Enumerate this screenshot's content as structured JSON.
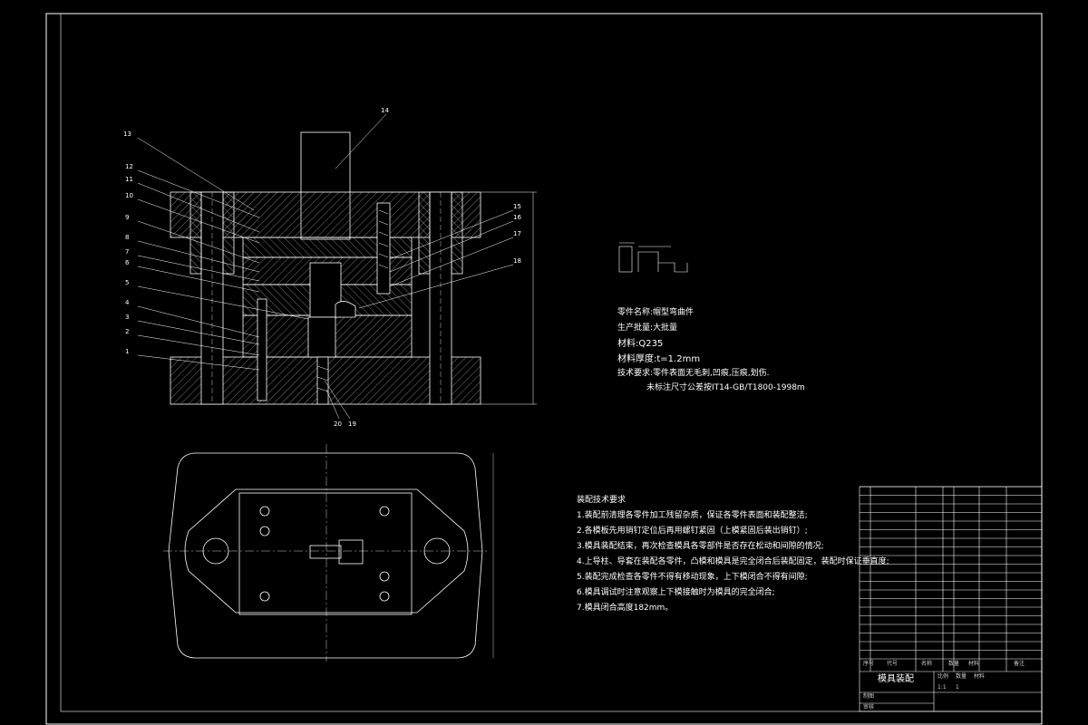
{
  "callouts_left": [
    "13",
    "12",
    "11",
    "10",
    "9",
    "8",
    "7",
    "6",
    "5",
    "4",
    "3",
    "2",
    "1"
  ],
  "callouts_right": [
    "15",
    "16",
    "17",
    "18"
  ],
  "callout_top": "14",
  "callouts_bottom": [
    "20",
    "19"
  ],
  "part_info": {
    "name": "零件名称:帽型弯曲件",
    "batch": "生产批量:大批量",
    "material": "材料:Q235",
    "thickness": "材料厚度:t=1.2mm",
    "tech_req": "技术要求:零件表面无毛刺,凹痕,压痕,划伤.",
    "tolerance": "未标注尺寸公差按IT14-GB/T1800-1998m"
  },
  "assembly_requirements": {
    "title": "装配技术要求",
    "items": [
      "1.装配前清理各零件加工残留杂质，保证各零件表面和装配整洁;",
      "2.各模板先用销钉定位后再用螺钉紧固（上模紧固后装出销钉）;",
      "3.模具装配结束，再次检查模具各零部件是否存在松动和间隙的情况;",
      "4.上导柱、导套在装配各零件，凸模和模具是完全闭合后装配固定，装配时保证垂直度;",
      "5.装配完成检查各零件不得有移动现象，上下模闭合不得有间隙;",
      "6.模具调试时注意观察上下模接触时为模具的完全闭合;",
      "7.模具闭合高度182mm。"
    ]
  },
  "title_block": {
    "drawing_title": "模具装配",
    "col_labels": [
      "比例",
      "数量",
      "材料"
    ],
    "scale": "1:1",
    "quantity": "1",
    "header_labels": [
      "序号",
      "代号",
      "名称",
      "数量",
      "材料",
      "备注"
    ],
    "sign_labels": [
      "制图",
      "审核"
    ]
  },
  "bom_rows": 20
}
